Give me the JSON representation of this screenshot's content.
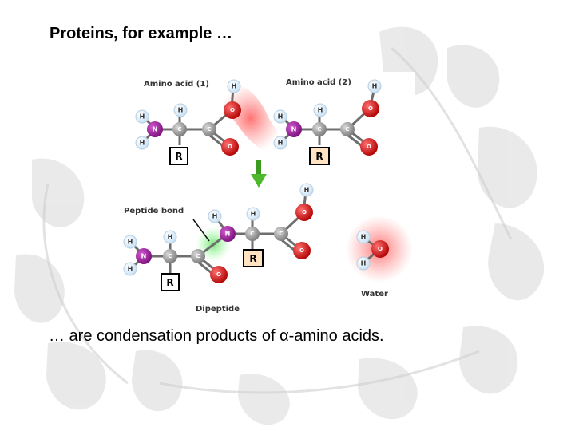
{
  "slide": {
    "title": "Proteins, for example …",
    "caption": "… are condensation products of α-amino acids."
  },
  "diagram": {
    "labels": {
      "amino_acid_1": "Amino acid (1)",
      "amino_acid_2": "Amino acid (2)",
      "peptide_bond": "Peptide bond",
      "dipeptide": "Dipeptide",
      "water": "Water"
    },
    "atoms": {
      "hydrogen": "H",
      "nitrogen": "N",
      "carbon": "C",
      "oxygen": "O",
      "r_group": "R"
    },
    "colors": {
      "hydrogen": "#e6f2fb",
      "nitrogen": "#9b1f9b",
      "carbon": "#9a9a9a",
      "oxygen": "#d81818",
      "r_group_fill": "#ffe3c2",
      "r_group_fill_alt": "#ffffff",
      "arrow": "#44aa22",
      "highlight_red": "#ff6a6a",
      "highlight_green": "#66dd66"
    }
  }
}
